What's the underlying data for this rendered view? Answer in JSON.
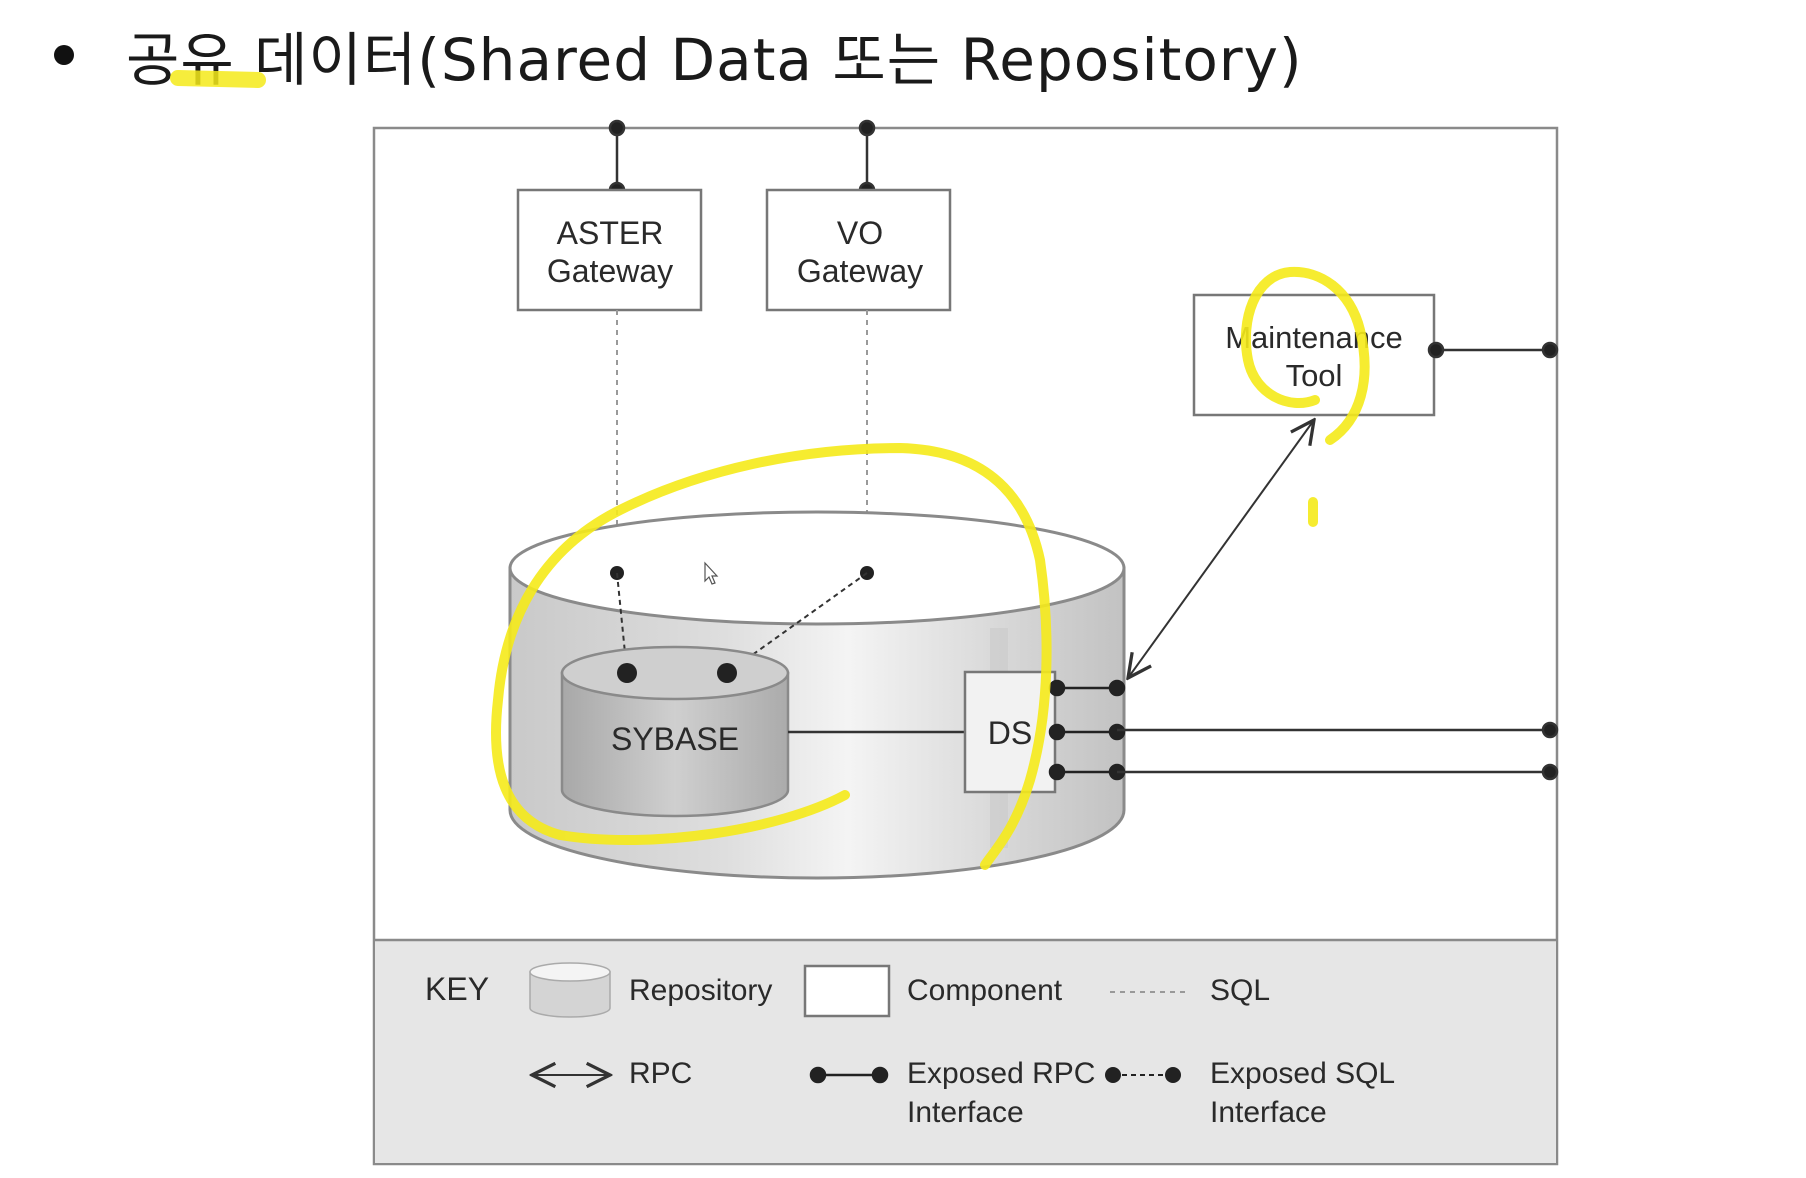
{
  "heading": {
    "text": "공유 데이터(Shared Data 또는 Repository)"
  },
  "diagram": {
    "components": {
      "aster_gateway": [
        "ASTER",
        "Gateway"
      ],
      "vo_gateway": [
        "VO",
        "Gateway"
      ],
      "maintenance_tool": [
        "Maintenance",
        "Tool"
      ],
      "sybase": "SYBASE",
      "ds": "DS"
    },
    "key": {
      "title": "KEY",
      "repository": "Repository",
      "component": "Component",
      "sql": "SQL",
      "rpc": "RPC",
      "exposed_rpc": [
        "Exposed RPC",
        "Interface"
      ],
      "exposed_sql": [
        "Exposed SQL",
        "Interface"
      ]
    },
    "colors": {
      "highlight": "#f5ea1a",
      "frame": "#8a8a8a",
      "key_bg": "#e6e6e6",
      "line": "#333333"
    }
  }
}
